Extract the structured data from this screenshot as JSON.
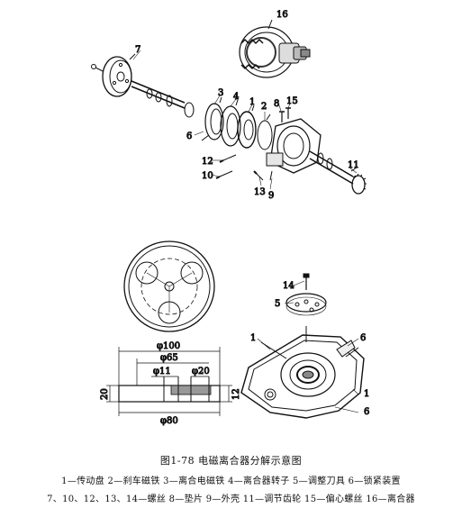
{
  "part_labels": {
    "p16": "16",
    "p7": "7",
    "p3": "3",
    "p4": "4",
    "p1": "1",
    "p2": "2",
    "p8": "8",
    "p15": "15",
    "p6": "6",
    "p12": "12",
    "p10": "10",
    "p13": "13",
    "p9": "9",
    "p11": "11",
    "p14b": "14",
    "p5b": "5",
    "p1b": "1",
    "p6b": "6",
    "p1c": "1",
    "p6c": "6"
  },
  "dimensions": {
    "d100": "φ100",
    "d65": "φ65",
    "d11": "φ11",
    "d20": "φ20",
    "d80": "φ80",
    "h20": "20",
    "h12": "12"
  },
  "caption": "图1-78   电磁离合器分解示意图",
  "legend_line_1": "1—传动盘  2—刹车磁铁  3—离合电磁铁  4—离合器转子  5—调整刀具  6—锁紧装置",
  "legend_line_2": "7、10、12、13、14—螺丝  8—垫片  9—外壳  11—调节齿轮  15—偏心螺丝  16—离合器"
}
